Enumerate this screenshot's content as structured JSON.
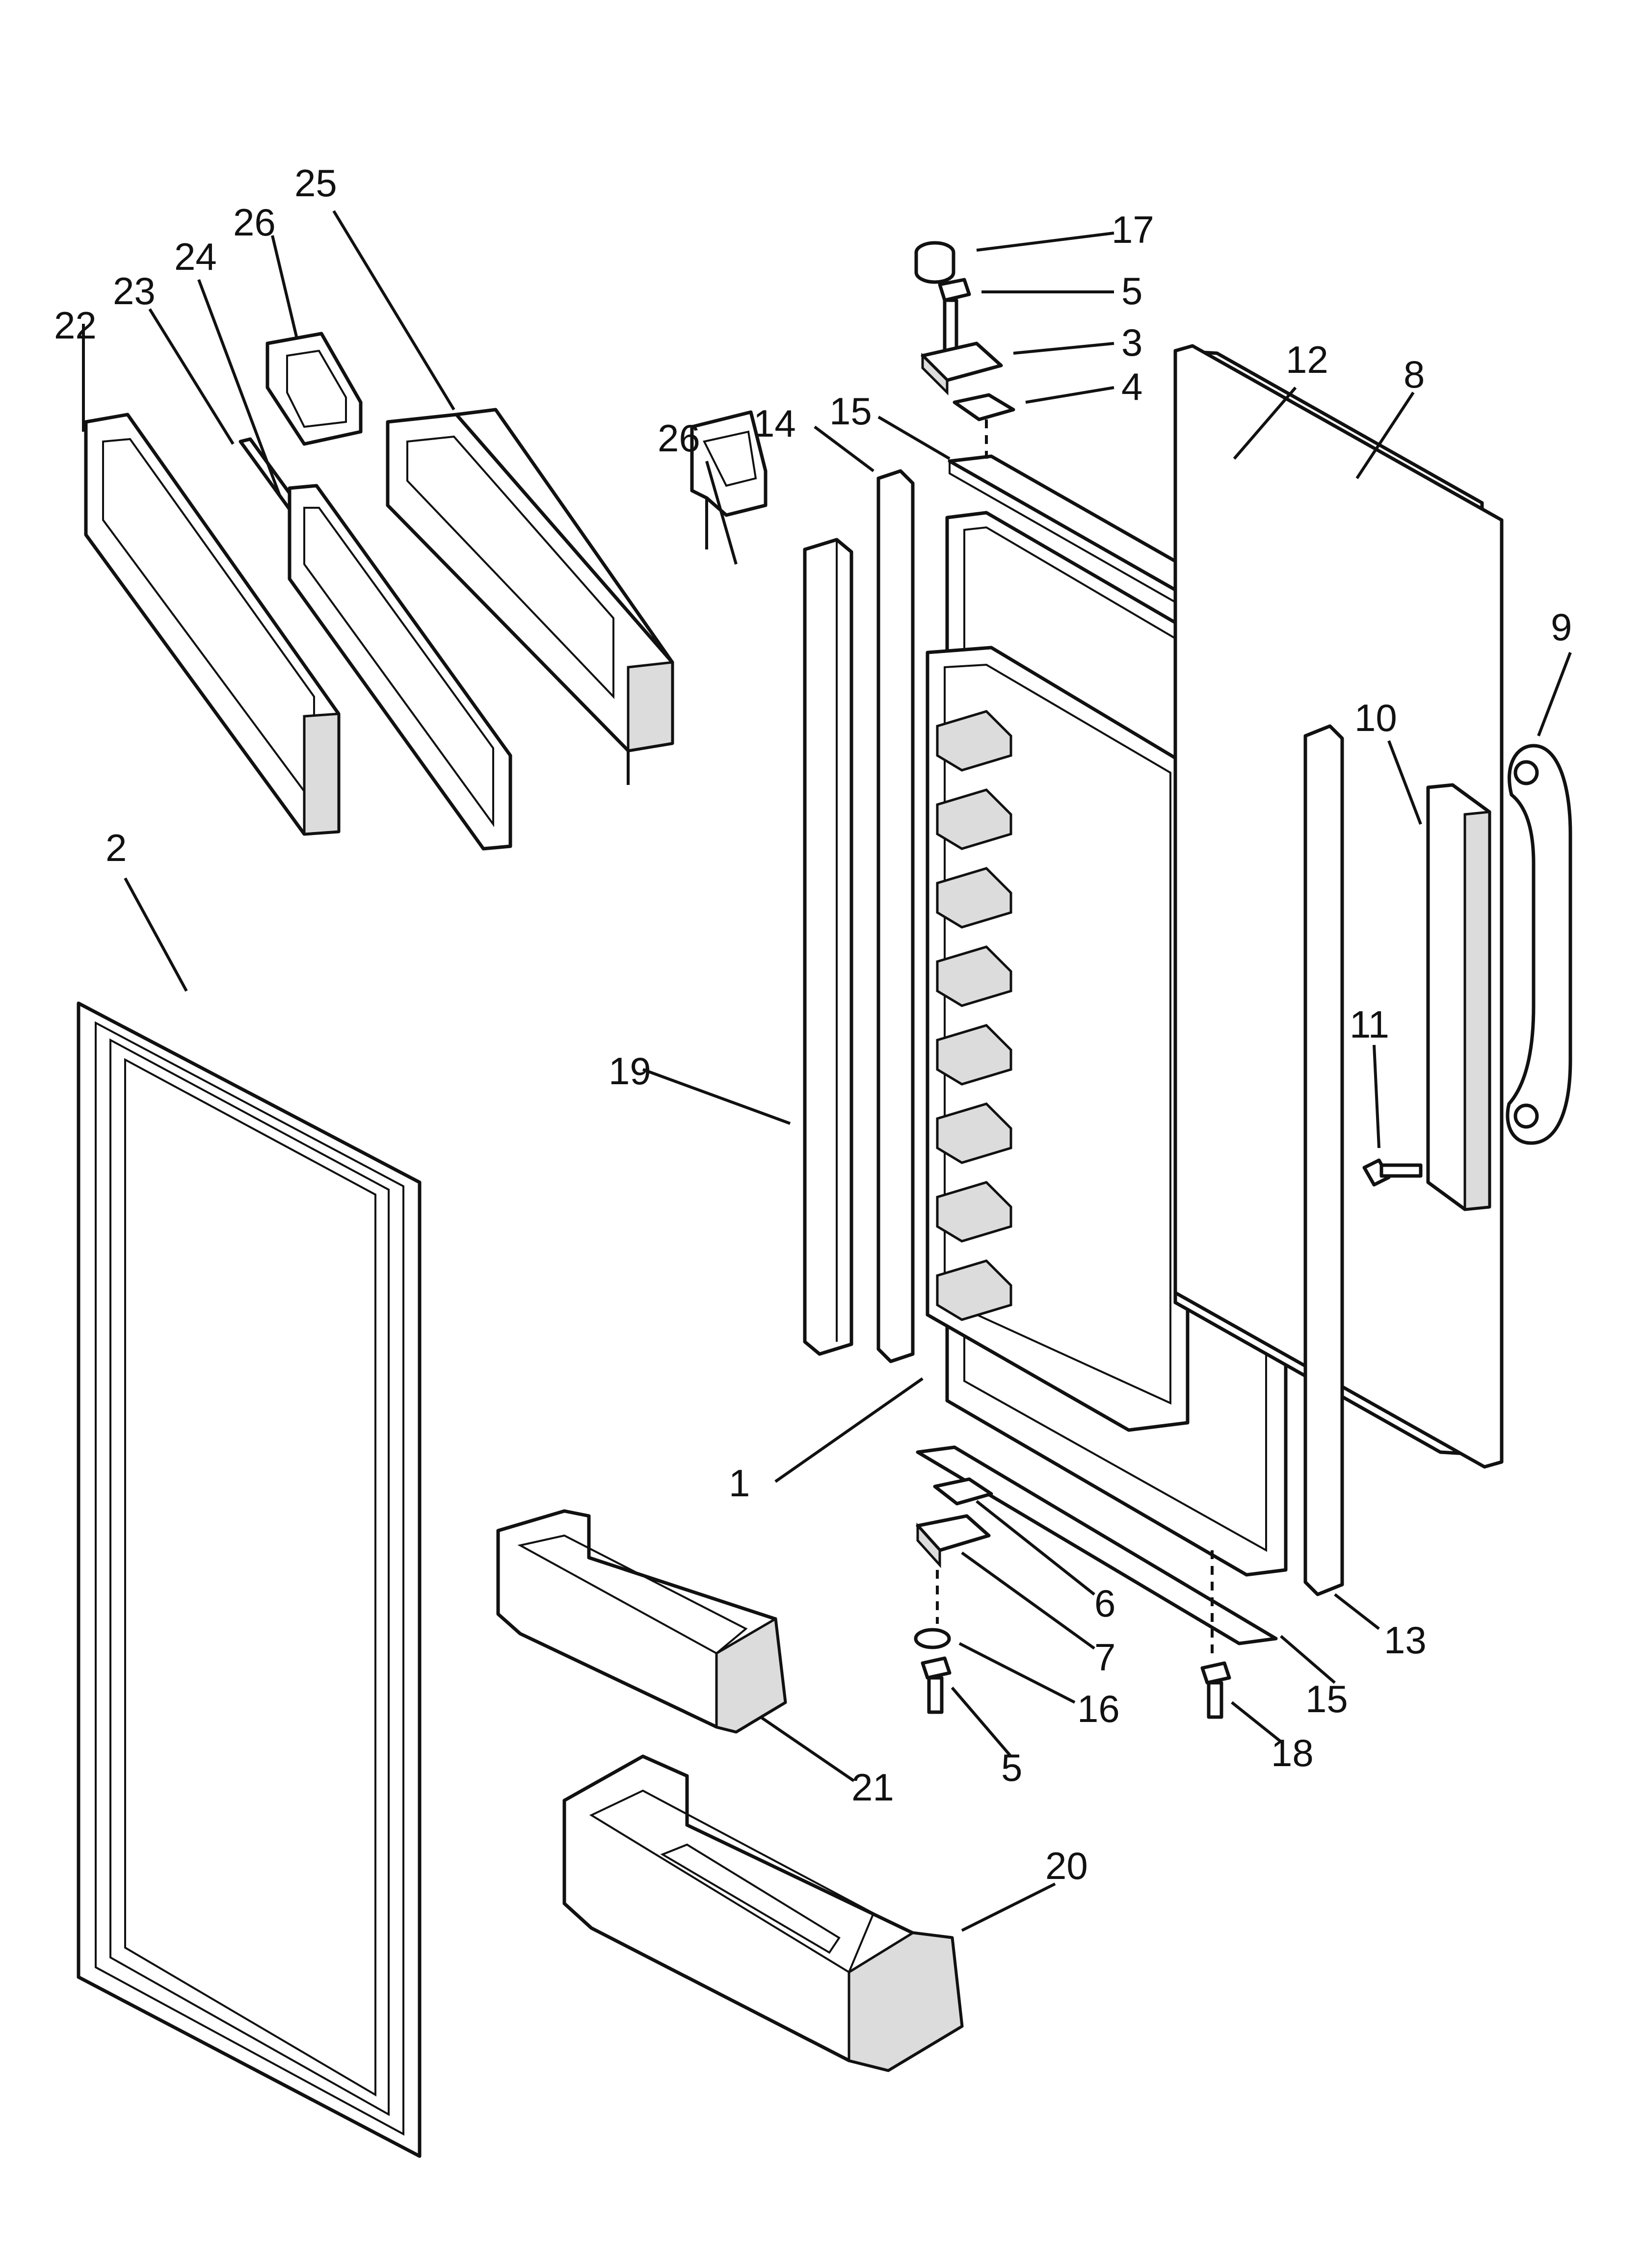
{
  "colors": {
    "line": "#111111",
    "background": "#ffffff",
    "shade": "#dcdcdc"
  },
  "callouts": [
    {
      "id": "c1",
      "label": "1"
    },
    {
      "id": "c2",
      "label": "2"
    },
    {
      "id": "c3",
      "label": "3"
    },
    {
      "id": "c4",
      "label": "4"
    },
    {
      "id": "c5a",
      "label": "5"
    },
    {
      "id": "c5b",
      "label": "5"
    },
    {
      "id": "c6",
      "label": "6"
    },
    {
      "id": "c7",
      "label": "7"
    },
    {
      "id": "c8",
      "label": "8"
    },
    {
      "id": "c9",
      "label": "9"
    },
    {
      "id": "c10",
      "label": "10"
    },
    {
      "id": "c11",
      "label": "11"
    },
    {
      "id": "c12",
      "label": "12"
    },
    {
      "id": "c13",
      "label": "13"
    },
    {
      "id": "c14",
      "label": "14"
    },
    {
      "id": "c15a",
      "label": "15"
    },
    {
      "id": "c15b",
      "label": "15"
    },
    {
      "id": "c16",
      "label": "16"
    },
    {
      "id": "c17",
      "label": "17"
    },
    {
      "id": "c18",
      "label": "18"
    },
    {
      "id": "c19",
      "label": "19"
    },
    {
      "id": "c20",
      "label": "20"
    },
    {
      "id": "c21",
      "label": "21"
    },
    {
      "id": "c22",
      "label": "22"
    },
    {
      "id": "c23",
      "label": "23"
    },
    {
      "id": "c24",
      "label": "24"
    },
    {
      "id": "c25",
      "label": "25"
    },
    {
      "id": "c26a",
      "label": "26"
    },
    {
      "id": "c26b",
      "label": "26"
    }
  ]
}
